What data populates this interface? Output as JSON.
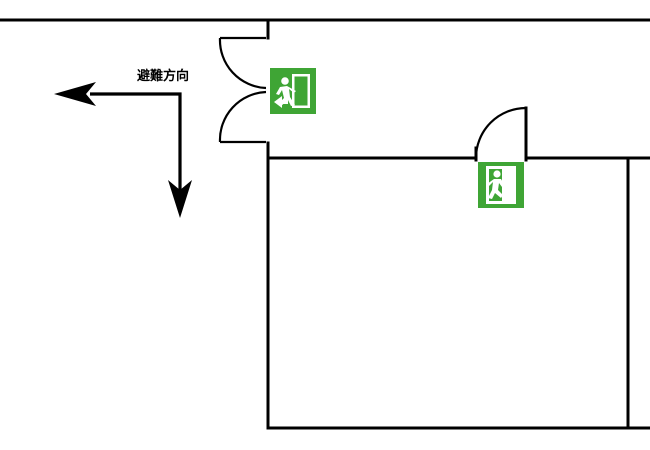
{
  "evacuation": {
    "direction_label": "避難方向"
  },
  "signs": {
    "exit_sign_left": {
      "icon": "emergency-exit-running-figure-icon",
      "color": "#3fa535",
      "facing": "left"
    },
    "exit_sign_door": {
      "icon": "emergency-exit-running-figure-icon",
      "color": "#3fa535",
      "facing": "right"
    }
  },
  "colors": {
    "wall": "#000000",
    "sign_green": "#3fa535",
    "sign_white": "#ffffff"
  }
}
